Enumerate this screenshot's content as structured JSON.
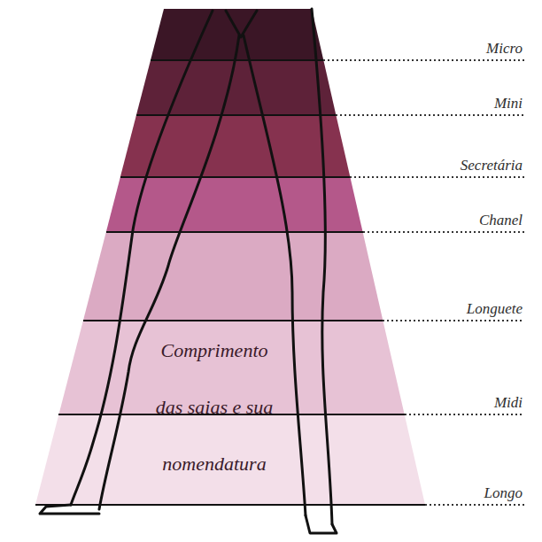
{
  "diagram": {
    "title": "Comprimento das saias e sua nomendatura",
    "labels": [
      "Micro",
      "Mini",
      "Secretária",
      "Chanel",
      "Longuete",
      "Midi",
      "Longo"
    ]
  }
}
